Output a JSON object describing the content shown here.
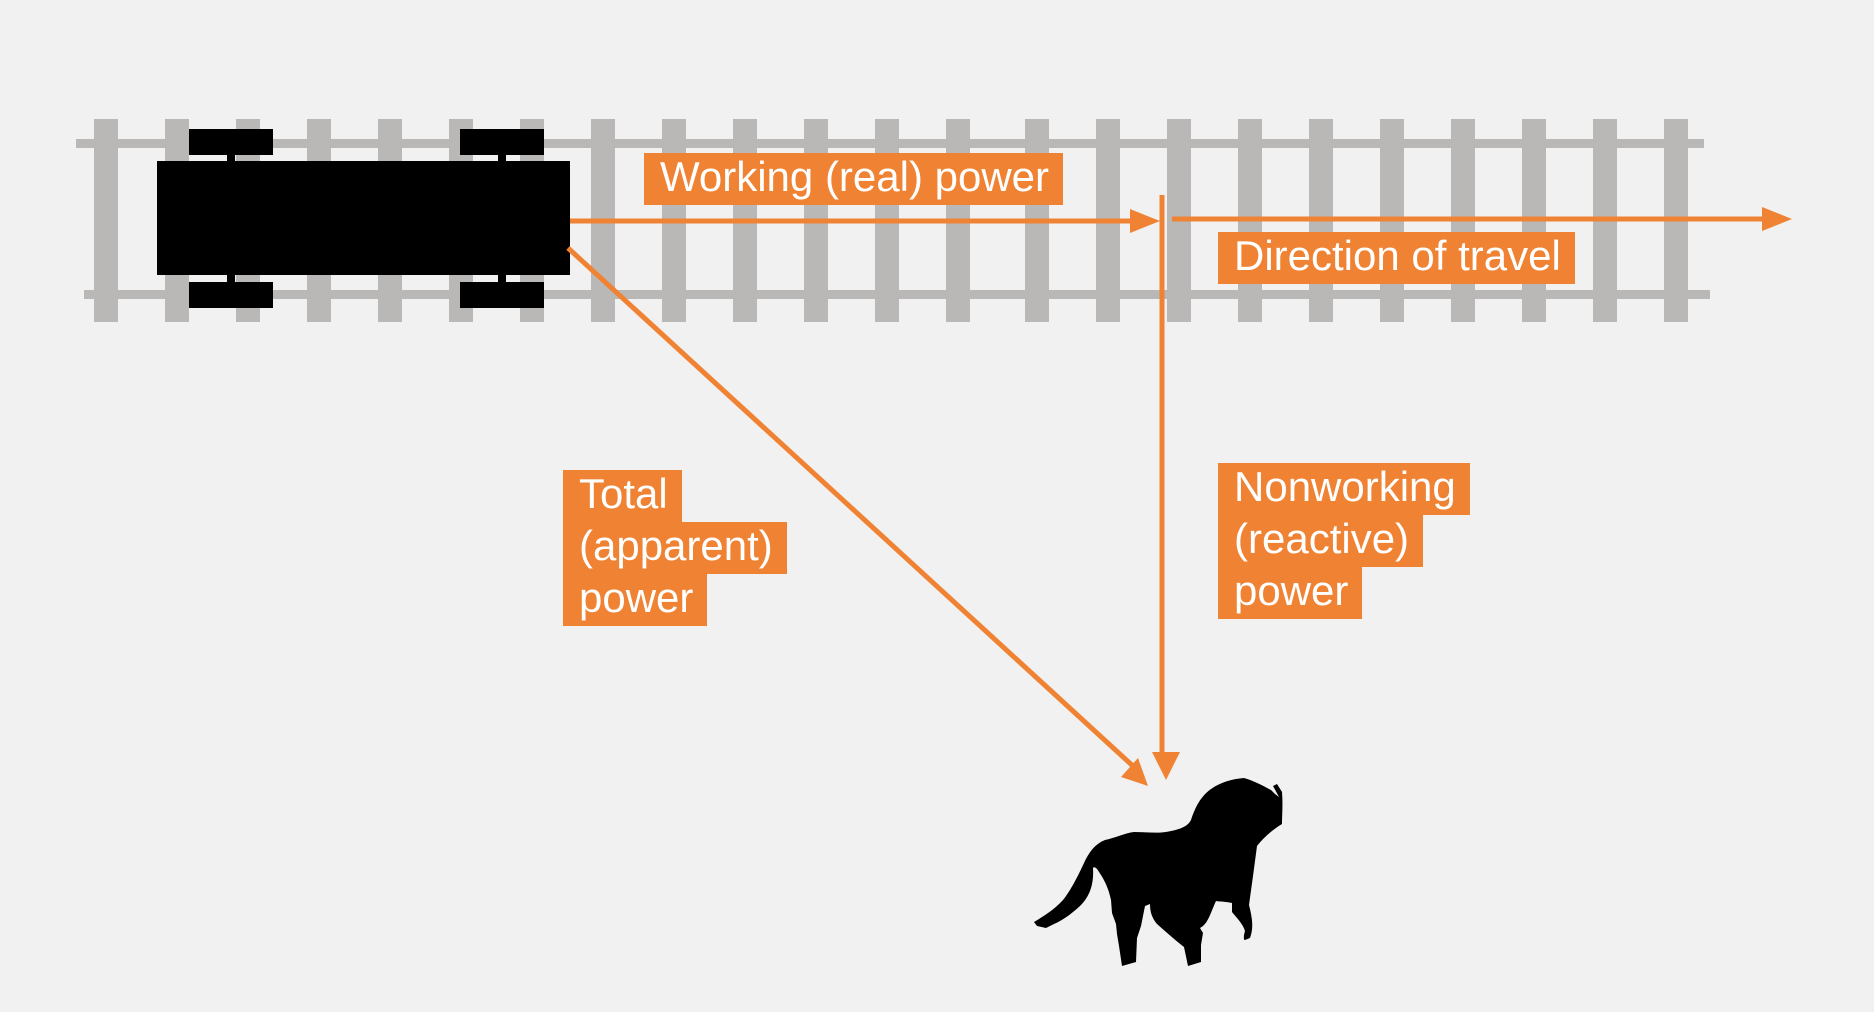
{
  "diagram": {
    "labels": {
      "working_power": "Working (real) power",
      "direction": "Direction of travel",
      "total_power": [
        "Total",
        "(apparent)",
        "power"
      ],
      "nonworking_power": [
        "Nonworking",
        "(reactive)",
        "power"
      ]
    },
    "icons": {
      "train": "train-car-icon",
      "horse": "horse-icon"
    },
    "colors": {
      "background": "#f1f1f1",
      "accent": "#ef8233",
      "rail": "#b9b8b7",
      "silhouette": "#000000",
      "label_text": "#ffffff"
    }
  }
}
